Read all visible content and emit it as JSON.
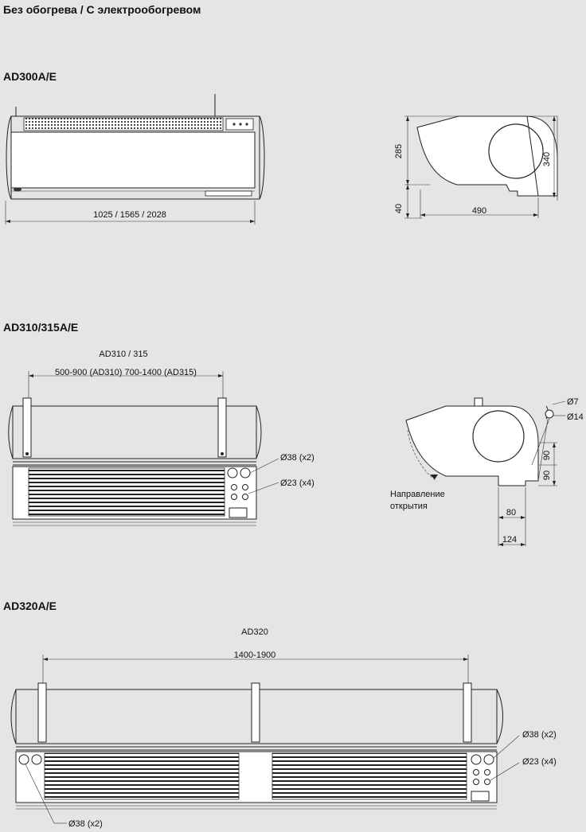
{
  "page_title": "Без обогрева / С электрообогревом",
  "sections": {
    "ad300": {
      "title": "AD300A/E",
      "width_label": "1025 / 1565 / 2028",
      "height_285": "285",
      "height_40": "40",
      "height_340": "340",
      "depth_490": "490"
    },
    "ad310": {
      "title": "AD310/315A/E",
      "model_label": "AD310 / 315",
      "range_label": "500-900 (AD310) 700-1400 (AD315)",
      "d38": "Ø38 (x2)",
      "d23": "Ø23 (x4)",
      "d7": "Ø7",
      "d14": "Ø14",
      "dim_90a": "90",
      "dim_90b": "90",
      "dim_80": "80",
      "dim_124": "124",
      "open_dir_1": "Направление",
      "open_dir_2": "открытия"
    },
    "ad320": {
      "title": "AD320A/E",
      "model_label": "AD320",
      "range_label": "1400-1900",
      "d38_right": "Ø38 (x2)",
      "d23": "Ø23 (x4)",
      "d38_bottom": "Ø38 (x2)"
    }
  }
}
